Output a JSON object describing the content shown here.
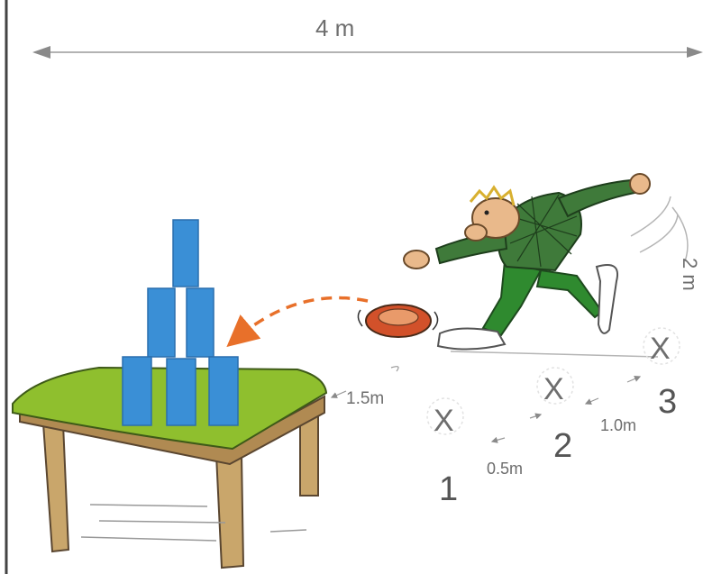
{
  "dimensions": {
    "width": "4 m",
    "depth": "2 m"
  },
  "distances": [
    {
      "label": "1.5m"
    },
    {
      "label": "0.5m"
    },
    {
      "label": "1.0m"
    }
  ],
  "positions": [
    {
      "number": "1",
      "mark": "X"
    },
    {
      "number": "2",
      "mark": "X"
    },
    {
      "number": "3",
      "mark": "X"
    }
  ],
  "colors": {
    "cans": "#3a8fd6",
    "table_top": "#8fbf2e",
    "table_legs": "#c9a66b",
    "throw_arc": "#e8702a",
    "frisbee": "#d2512a",
    "player_shirt": "#3f7a3a",
    "player_pants": "#2f8a2f"
  }
}
